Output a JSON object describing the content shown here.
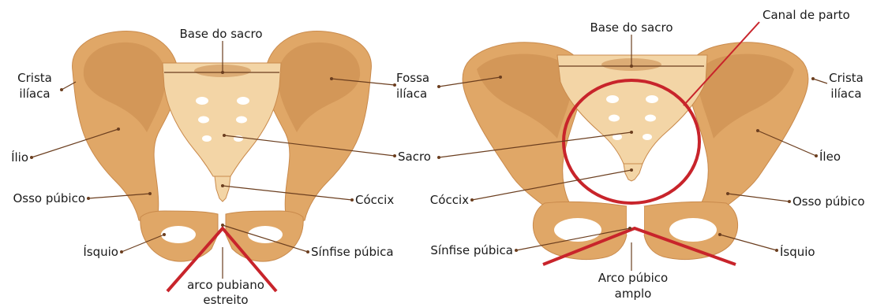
{
  "colors": {
    "bone": "#e0a767",
    "bone_dark": "#c98a4c",
    "bone_light": "#f3d5a6",
    "bone_pale": "#fae8c8",
    "leader": "#6b3e1f",
    "red": "#c8242b"
  },
  "left": {
    "base_sacro": "Base do sacro",
    "crista_line1": "Crista",
    "crista_line2": "ilíaca",
    "ilio": "Ílio",
    "osso_pubico": "Osso púbico",
    "isquio": "Ísquio",
    "fossa_line1": "Fossa",
    "fossa_line2": "ilíaca",
    "sacro": "Sacro",
    "coccix": "Cóccix",
    "sinfise": "Sínfise púbica",
    "arco_line1": "arco pubiano",
    "arco_line2": "estreito"
  },
  "right": {
    "canal": "Canal de parto",
    "base_sacro": "Base do sacro",
    "crista_line1": "Crista",
    "crista_line2": "ilíaca",
    "ileo": "Íleo",
    "osso_pubico": "Osso púbico",
    "isquio": "Ísquio",
    "coccix": "Cóccix",
    "sinfise": "Sínfise púbica",
    "arco_line1": "Arco púbico",
    "arco_line2": "amplo"
  }
}
